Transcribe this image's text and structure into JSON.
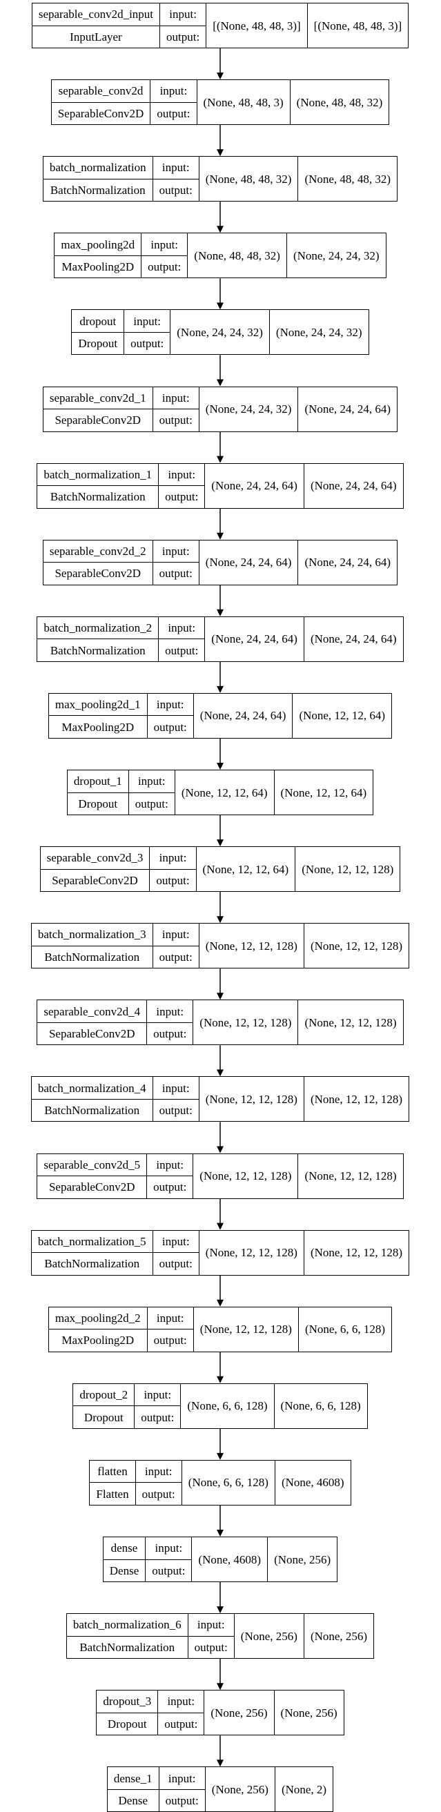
{
  "layers": [
    {
      "name": "separable_conv2d_input",
      "type": "InputLayer",
      "input_label": "input:",
      "output_label": "output:",
      "input_shape": "[(None, 48, 48, 3)]",
      "output_shape": "[(None, 48, 48, 3)]"
    },
    {
      "name": "separable_conv2d",
      "type": "SeparableConv2D",
      "input_label": "input:",
      "output_label": "output:",
      "input_shape": "(None, 48, 48, 3)",
      "output_shape": "(None, 48, 48, 32)"
    },
    {
      "name": "batch_normalization",
      "type": "BatchNormalization",
      "input_label": "input:",
      "output_label": "output:",
      "input_shape": "(None, 48, 48, 32)",
      "output_shape": "(None, 48, 48, 32)"
    },
    {
      "name": "max_pooling2d",
      "type": "MaxPooling2D",
      "input_label": "input:",
      "output_label": "output:",
      "input_shape": "(None, 48, 48, 32)",
      "output_shape": "(None, 24, 24, 32)"
    },
    {
      "name": "dropout",
      "type": "Dropout",
      "input_label": "input:",
      "output_label": "output:",
      "input_shape": "(None, 24, 24, 32)",
      "output_shape": "(None, 24, 24, 32)"
    },
    {
      "name": "separable_conv2d_1",
      "type": "SeparableConv2D",
      "input_label": "input:",
      "output_label": "output:",
      "input_shape": "(None, 24, 24, 32)",
      "output_shape": "(None, 24, 24, 64)"
    },
    {
      "name": "batch_normalization_1",
      "type": "BatchNormalization",
      "input_label": "input:",
      "output_label": "output:",
      "input_shape": "(None, 24, 24, 64)",
      "output_shape": "(None, 24, 24, 64)"
    },
    {
      "name": "separable_conv2d_2",
      "type": "SeparableConv2D",
      "input_label": "input:",
      "output_label": "output:",
      "input_shape": "(None, 24, 24, 64)",
      "output_shape": "(None, 24, 24, 64)"
    },
    {
      "name": "batch_normalization_2",
      "type": "BatchNormalization",
      "input_label": "input:",
      "output_label": "output:",
      "input_shape": "(None, 24, 24, 64)",
      "output_shape": "(None, 24, 24, 64)"
    },
    {
      "name": "max_pooling2d_1",
      "type": "MaxPooling2D",
      "input_label": "input:",
      "output_label": "output:",
      "input_shape": "(None, 24, 24, 64)",
      "output_shape": "(None, 12, 12, 64)"
    },
    {
      "name": "dropout_1",
      "type": "Dropout",
      "input_label": "input:",
      "output_label": "output:",
      "input_shape": "(None, 12, 12, 64)",
      "output_shape": "(None, 12, 12, 64)"
    },
    {
      "name": "separable_conv2d_3",
      "type": "SeparableConv2D",
      "input_label": "input:",
      "output_label": "output:",
      "input_shape": "(None, 12, 12, 64)",
      "output_shape": "(None, 12, 12, 128)"
    },
    {
      "name": "batch_normalization_3",
      "type": "BatchNormalization",
      "input_label": "input:",
      "output_label": "output:",
      "input_shape": "(None, 12, 12, 128)",
      "output_shape": "(None, 12, 12, 128)"
    },
    {
      "name": "separable_conv2d_4",
      "type": "SeparableConv2D",
      "input_label": "input:",
      "output_label": "output:",
      "input_shape": "(None, 12, 12, 128)",
      "output_shape": "(None, 12, 12, 128)"
    },
    {
      "name": "batch_normalization_4",
      "type": "BatchNormalization",
      "input_label": "input:",
      "output_label": "output:",
      "input_shape": "(None, 12, 12, 128)",
      "output_shape": "(None, 12, 12, 128)"
    },
    {
      "name": "separable_conv2d_5",
      "type": "SeparableConv2D",
      "input_label": "input:",
      "output_label": "output:",
      "input_shape": "(None, 12, 12, 128)",
      "output_shape": "(None, 12, 12, 128)"
    },
    {
      "name": "batch_normalization_5",
      "type": "BatchNormalization",
      "input_label": "input:",
      "output_label": "output:",
      "input_shape": "(None, 12, 12, 128)",
      "output_shape": "(None, 12, 12, 128)"
    },
    {
      "name": "max_pooling2d_2",
      "type": "MaxPooling2D",
      "input_label": "input:",
      "output_label": "output:",
      "input_shape": "(None, 12, 12, 128)",
      "output_shape": "(None, 6, 6, 128)"
    },
    {
      "name": "dropout_2",
      "type": "Dropout",
      "input_label": "input:",
      "output_label": "output:",
      "input_shape": "(None, 6, 6, 128)",
      "output_shape": "(None, 6, 6, 128)"
    },
    {
      "name": "flatten",
      "type": "Flatten",
      "input_label": "input:",
      "output_label": "output:",
      "input_shape": "(None, 6, 6, 128)",
      "output_shape": "(None, 4608)"
    },
    {
      "name": "dense",
      "type": "Dense",
      "input_label": "input:",
      "output_label": "output:",
      "input_shape": "(None, 4608)",
      "output_shape": "(None, 256)"
    },
    {
      "name": "batch_normalization_6",
      "type": "BatchNormalization",
      "input_label": "input:",
      "output_label": "output:",
      "input_shape": "(None, 256)",
      "output_shape": "(None, 256)"
    },
    {
      "name": "dropout_3",
      "type": "Dropout",
      "input_label": "input:",
      "output_label": "output:",
      "input_shape": "(None, 256)",
      "output_shape": "(None, 256)"
    },
    {
      "name": "dense_1",
      "type": "Dense",
      "input_label": "input:",
      "output_label": "output:",
      "input_shape": "(None, 256)",
      "output_shape": "(None, 2)"
    }
  ]
}
